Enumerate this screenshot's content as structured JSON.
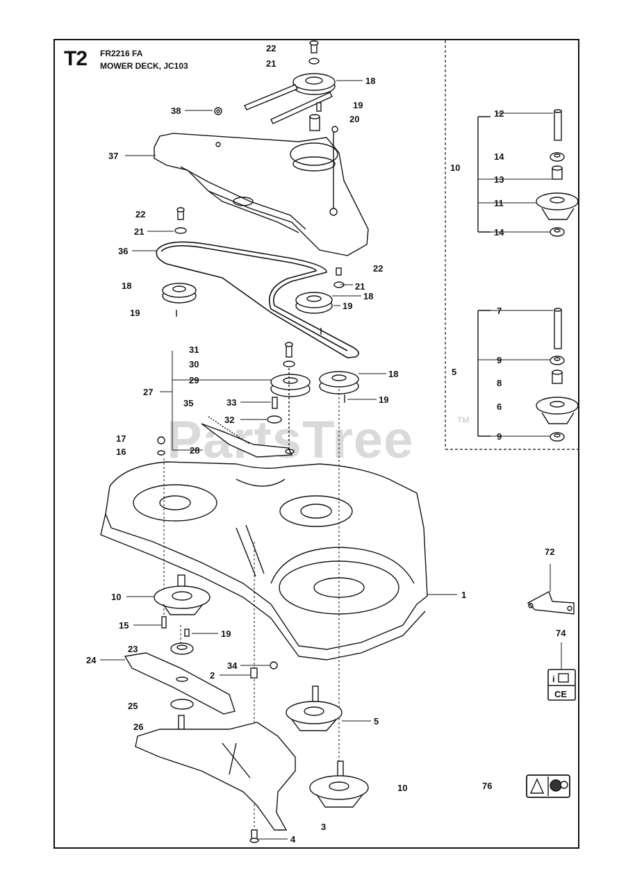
{
  "header": {
    "section_code": "T2",
    "model": "FR2216 FA",
    "title": "MOWER DECK, JC103"
  },
  "watermark": {
    "text": "PartsTree",
    "trademark": "TM"
  },
  "callouts": [
    {
      "id": "c1",
      "label": "22"
    },
    {
      "id": "c2",
      "label": "21"
    },
    {
      "id": "c3",
      "label": "18"
    },
    {
      "id": "c4",
      "label": "38"
    },
    {
      "id": "c5",
      "label": "19"
    },
    {
      "id": "c6",
      "label": "20"
    },
    {
      "id": "c7",
      "label": "37"
    },
    {
      "id": "c8",
      "label": "22"
    },
    {
      "id": "c9",
      "label": "21"
    },
    {
      "id": "c10",
      "label": "36"
    },
    {
      "id": "c11",
      "label": "18"
    },
    {
      "id": "c12",
      "label": "19"
    },
    {
      "id": "c13",
      "label": "22"
    },
    {
      "id": "c14",
      "label": "21"
    },
    {
      "id": "c15",
      "label": "18"
    },
    {
      "id": "c16",
      "label": "19"
    },
    {
      "id": "c17",
      "label": "31"
    },
    {
      "id": "c18",
      "label": "30"
    },
    {
      "id": "c19",
      "label": "29"
    },
    {
      "id": "c20",
      "label": "27"
    },
    {
      "id": "c21",
      "label": "18"
    },
    {
      "id": "c22",
      "label": "35"
    },
    {
      "id": "c23",
      "label": "33"
    },
    {
      "id": "c24",
      "label": "19"
    },
    {
      "id": "c25",
      "label": "32"
    },
    {
      "id": "c26",
      "label": "17"
    },
    {
      "id": "c27",
      "label": "16"
    },
    {
      "id": "c28",
      "label": "28"
    },
    {
      "id": "c29",
      "label": "1"
    },
    {
      "id": "c30",
      "label": "10"
    },
    {
      "id": "c31",
      "label": "15"
    },
    {
      "id": "c32",
      "label": "19"
    },
    {
      "id": "c33",
      "label": "23"
    },
    {
      "id": "c34",
      "label": "24"
    },
    {
      "id": "c35",
      "label": "34"
    },
    {
      "id": "c36",
      "label": "2"
    },
    {
      "id": "c37",
      "label": "25"
    },
    {
      "id": "c38",
      "label": "26"
    },
    {
      "id": "c39",
      "label": "5"
    },
    {
      "id": "c40",
      "label": "10"
    },
    {
      "id": "c41",
      "label": "3"
    },
    {
      "id": "c42",
      "label": "4"
    },
    {
      "id": "c43",
      "label": "76"
    },
    {
      "id": "c44",
      "label": "72"
    },
    {
      "id": "c45",
      "label": "74"
    },
    {
      "id": "c46",
      "label": "12"
    },
    {
      "id": "c47",
      "label": "14"
    },
    {
      "id": "c48",
      "label": "10"
    },
    {
      "id": "c49",
      "label": "13"
    },
    {
      "id": "c50",
      "label": "11"
    },
    {
      "id": "c51",
      "label": "14"
    },
    {
      "id": "c52",
      "label": "7"
    },
    {
      "id": "c53",
      "label": "9"
    },
    {
      "id": "c54",
      "label": "5"
    },
    {
      "id": "c55",
      "label": "8"
    },
    {
      "id": "c56",
      "label": "6"
    },
    {
      "id": "c57",
      "label": "9"
    }
  ],
  "decal_74": {
    "line1": "i",
    "line2": "CE"
  }
}
